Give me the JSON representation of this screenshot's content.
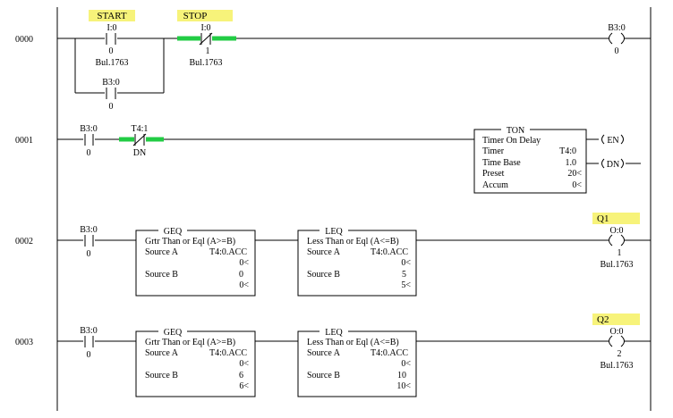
{
  "rungs": [
    {
      "number": "0000",
      "start_contact": {
        "tag": "START",
        "address": "I:0",
        "bit": "0",
        "module": "Bul.1763"
      },
      "stop_contact": {
        "tag": "STOP",
        "address": "I:0",
        "bit": "1",
        "module": "Bul.1763"
      },
      "latch_contact": {
        "address": "B3:0",
        "bit": "0"
      },
      "output_coil": {
        "address": "B3:0",
        "bit": "0"
      }
    },
    {
      "number": "0001",
      "contact": {
        "address": "B3:0",
        "bit": "0"
      },
      "dn_contact": {
        "address": "T4:1",
        "bit": "DN"
      },
      "timer": {
        "title": "TON",
        "subtitle": "Timer On Delay",
        "timer_label": "Timer",
        "timer_value": "T4:0",
        "base_label": "Time Base",
        "base_value": "1.0",
        "preset_label": "Preset",
        "preset_value": "20<",
        "accum_label": "Accum",
        "accum_value": "0<",
        "en": "EN",
        "dn": "DN"
      }
    },
    {
      "number": "0002",
      "contact": {
        "address": "B3:0",
        "bit": "0"
      },
      "geq": {
        "title": "GEQ",
        "subtitle": "Grtr Than or Eql (A>=B)",
        "source_a_label": "Source A",
        "source_a": "T4:0.ACC",
        "source_a_val": "0<",
        "source_b_label": "Source B",
        "source_b": "0",
        "source_b_val": "0<"
      },
      "leq": {
        "title": "LEQ",
        "subtitle": "Less Than or Eql (A<=B)",
        "source_a_label": "Source A",
        "source_a": "T4:0.ACC",
        "source_a_val": "0<",
        "source_b_label": "Source B",
        "source_b": "5",
        "source_b_val": "5<"
      },
      "output": {
        "tag": "Q1",
        "address": "O:0",
        "bit": "1",
        "module": "Bul.1763"
      }
    },
    {
      "number": "0003",
      "contact": {
        "address": "B3:0",
        "bit": "0"
      },
      "geq": {
        "title": "GEQ",
        "subtitle": "Grtr Than or Eql (A>=B)",
        "source_a_label": "Source A",
        "source_a": "T4:0.ACC",
        "source_a_val": "0<",
        "source_b_label": "Source B",
        "source_b": "6",
        "source_b_val": "6<"
      },
      "leq": {
        "title": "LEQ",
        "subtitle": "Less Than or Eql (A<=B)",
        "source_a_label": "Source A",
        "source_a": "T4:0.ACC",
        "source_a_val": "0<",
        "source_b_label": "Source B",
        "source_b": "10",
        "source_b_val": "10<"
      },
      "output": {
        "tag": "Q2",
        "address": "O:0",
        "bit": "2",
        "module": "Bul.1763"
      }
    }
  ],
  "colors": {
    "energized": "#22cc44",
    "tag_highlight": "#f7f37a"
  }
}
